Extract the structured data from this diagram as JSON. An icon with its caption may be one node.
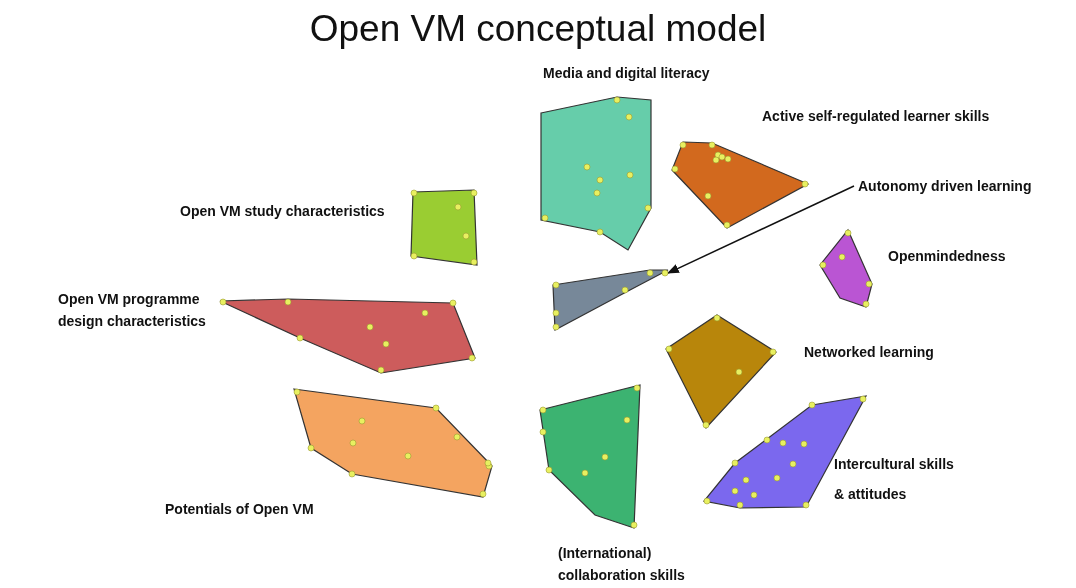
{
  "diagram": {
    "title": "Open VM conceptual model",
    "nodes": [
      {
        "text": [],
        "shape": "polygon",
        "beside": [
          "Media and digital literacy"
        ]
      },
      {
        "text": [],
        "shape": "polygon",
        "beside": [
          "Active self-regulated learner skills"
        ]
      },
      {
        "text": [
          "Autonomy driven learning"
        ]
      },
      {
        "text": [],
        "shape": "polygon",
        "beside": [
          "Open VM study characteristics"
        ]
      },
      {
        "text": [],
        "shape": "polygon",
        "beside": [
          "Openmindedness"
        ]
      },
      {
        "text": [],
        "shape": "polygon"
      },
      {
        "text": [],
        "shape": "polygon",
        "beside": [
          "Open VM programme design characteristics"
        ]
      },
      {
        "text": [],
        "shape": "polygon",
        "beside": [
          "Networked learning"
        ]
      },
      {
        "text": [],
        "shape": "polygon",
        "beside": [
          "Potentials of Open VM"
        ]
      },
      {
        "text": [],
        "shape": "polygon",
        "beside": [
          "Intercultural skills & attitudes"
        ]
      },
      {
        "text": [],
        "shape": "polygon",
        "beside": [
          "(International) collaboration skills"
        ]
      }
    ],
    "edges": [
      {
        "from": 2,
        "to": 5,
        "arrow": "to"
      }
    ]
  }
}
